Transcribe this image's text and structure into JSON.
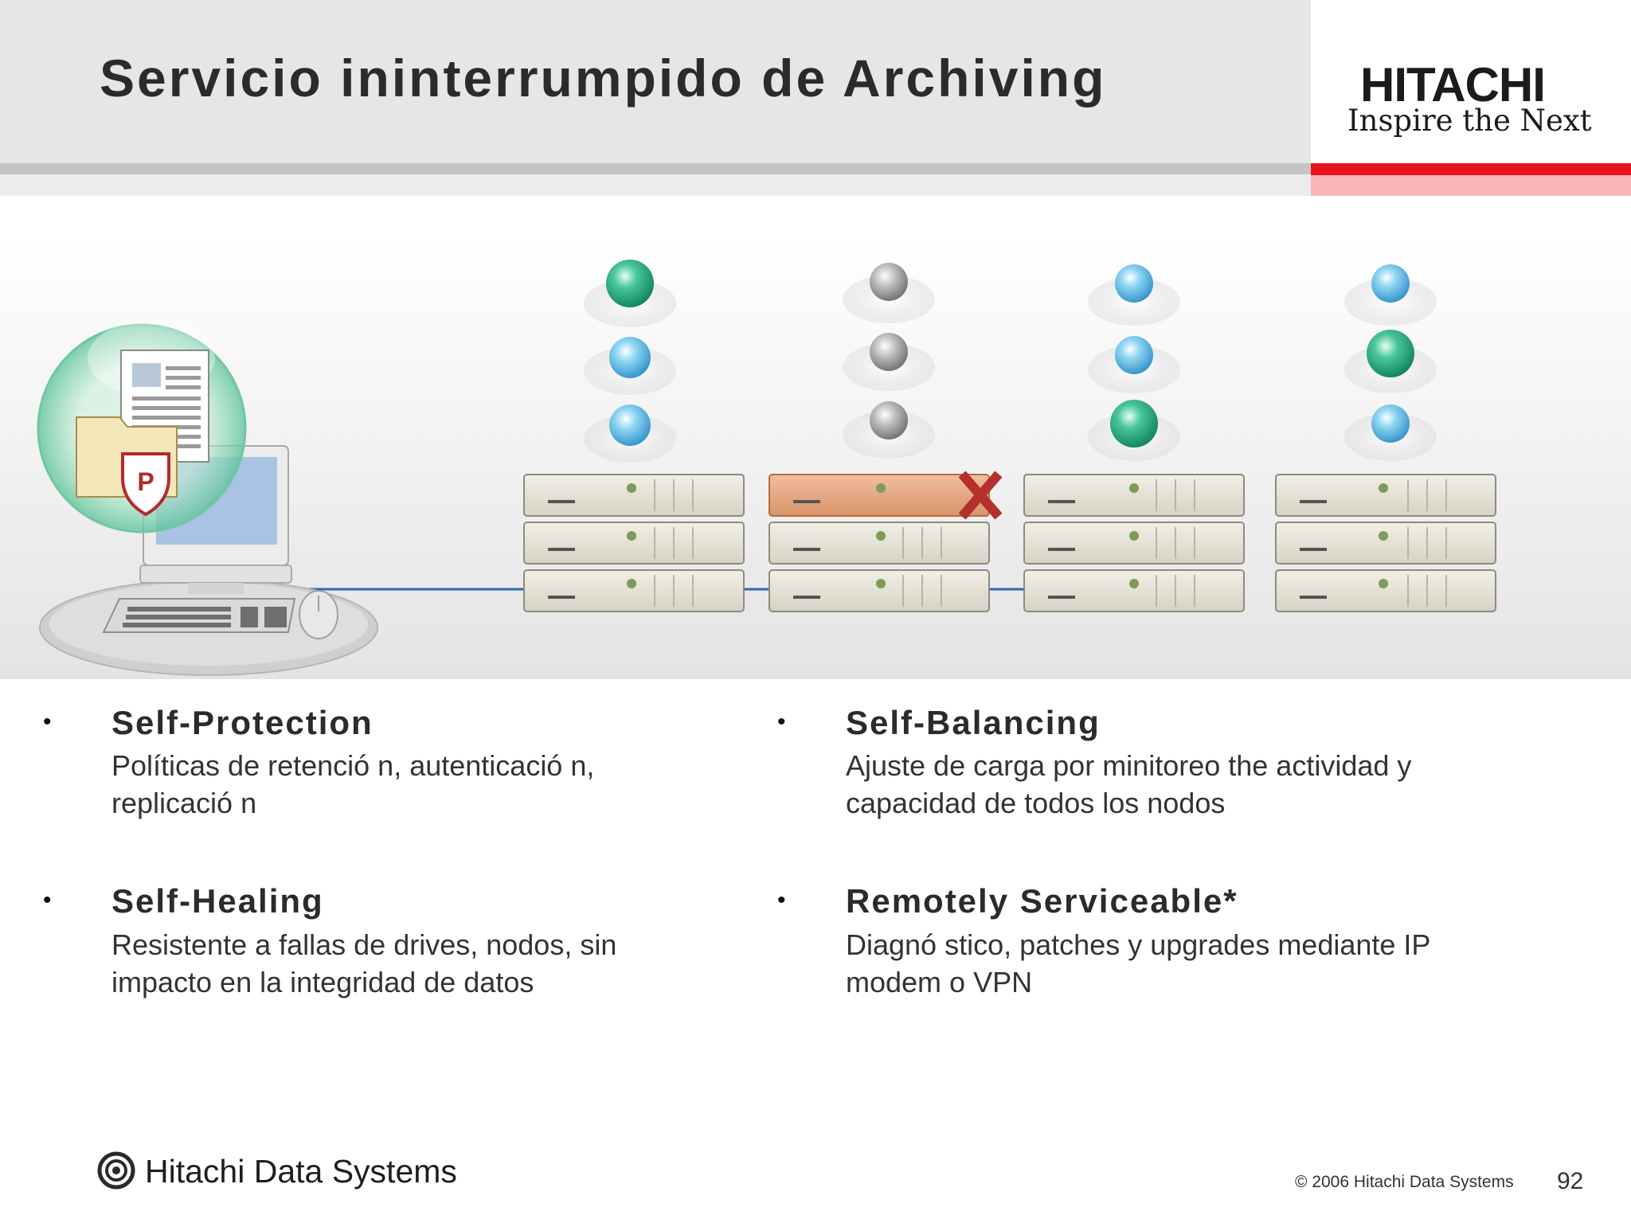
{
  "slide": {
    "title": "Servicio ininterrumpido de Archiving",
    "page_number": "92"
  },
  "logo": {
    "name": "HITACHI",
    "tagline": "Inspire the Next"
  },
  "colors": {
    "header_bg": "#e6e6e6",
    "accent_red": "#e8131b",
    "accent_pink": "#f7b5b7",
    "failed_node": "#e0a27a"
  },
  "illustration": {
    "client_icon": "computer-with-protected-folder",
    "shield_letter": "P",
    "nodes": 4,
    "failed_node": 2
  },
  "features": [
    {
      "title": "Self-Protection",
      "line1": "Políticas de retenció n, autenticació n,",
      "line2": "replicació n"
    },
    {
      "title": "Self-Balancing",
      "line1": "Ajuste de carga por minitoreo the actividad y",
      "line2": "capacidad de todos los nodos"
    },
    {
      "title": "Self-Healing",
      "line1": "Resistente a fallas de drives, nodos, sin",
      "line2": "impacto en la integridad de datos"
    },
    {
      "title": "Remotely Serviceable*",
      "line1": "Diagnó stico, patches y upgrades mediante IP",
      "line2": "modem o VPN"
    }
  ],
  "footer": {
    "company": "Hitachi Data Systems",
    "copyright": "© 2006 Hitachi Data Systems"
  }
}
